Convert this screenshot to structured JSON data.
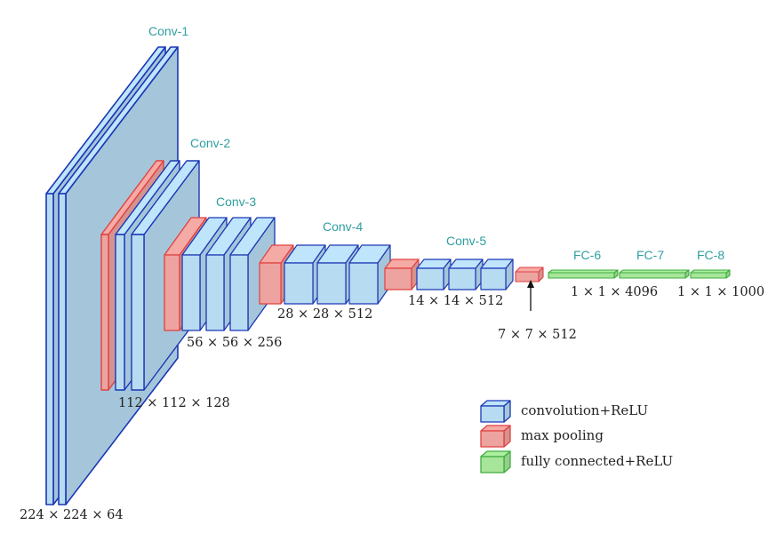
{
  "colors": {
    "conv_fill": "#b7dcf2",
    "conv_stroke": "#1b37b5",
    "pool_fill": "#eda3a0",
    "pool_stroke": "#e0413f",
    "fc_fill": "#a6e59a",
    "fc_stroke": "#3fae3f",
    "stage_text": "#2f9ea0"
  },
  "stages": {
    "conv1": "Conv-1",
    "conv2": "Conv-2",
    "conv3": "Conv-3",
    "conv4": "Conv-4",
    "conv5": "Conv-5",
    "fc6": "FC-6",
    "fc7": "FC-7",
    "fc8": "FC-8"
  },
  "dimensions": {
    "d224": "224 × 224 × 64",
    "d112": "112 × 112 × 128",
    "d56": "56 × 56 × 256",
    "d28": "28 × 28 × 512",
    "d14": "14 × 14 × 512",
    "d7": "7 × 7 × 512",
    "d4096": "1 × 1 × 4096",
    "d1000": "1 × 1 × 1000"
  },
  "legend": {
    "conv": "convolution+ReLU",
    "pool": "max pooling",
    "fc": "fully connected+ReLU"
  }
}
